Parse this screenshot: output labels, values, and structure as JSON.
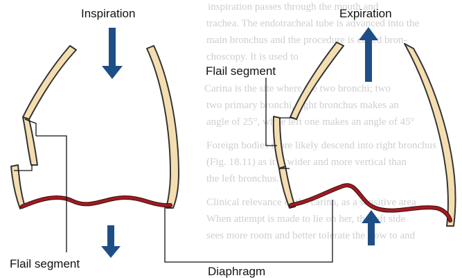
{
  "background_text": [
    "inspiration passes through the mouth and",
    "trachea. The endotracheal tube is advanced into the",
    "main bronchus and the procedure is called bron-",
    "choscopy. It is used to",
    "Carina is the site where the two bronchi; two",
    "two primary bronchi, right bronchus makes an",
    "angle of 25°, while left one makes an angle of 45°",
    "Foreign bodies more likely descend into right bronchus",
    "(Fig. 18.11) as it is wider and more vertical than",
    "the left bronchus.",
    "Clinical relevance of the carina, as a sensitive area",
    "When attempt is made to lie on her, the left side",
    "sees more room and better tolerate the flow to and"
  ],
  "labels": {
    "inspiration": "Inspiration",
    "expiration": "Expiration",
    "flail_segment_top": "Flail segment",
    "flail_segment_bottom": "Flail segment",
    "diaphragm": "Diaphragm"
  },
  "colors": {
    "rib_fill": "#f4deb0",
    "diaphragm": "#a11b22",
    "arrow": "#1e4e86"
  }
}
